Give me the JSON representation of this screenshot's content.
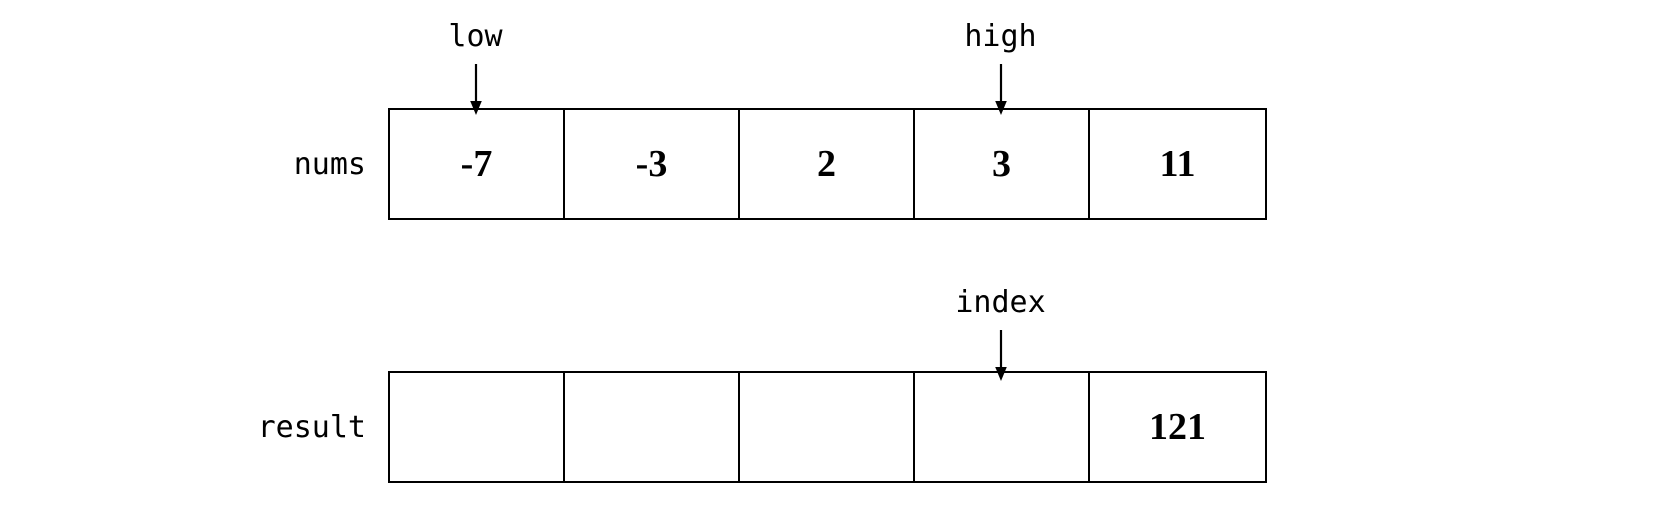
{
  "diagram": {
    "title": "binary search array state diagram",
    "stroke_color": "#000000",
    "background_color": "#ffffff",
    "rows": [
      {
        "name": "nums",
        "label": "nums",
        "cells": [
          "-7",
          "-3",
          "2",
          "3",
          "11"
        ],
        "pointers": [
          {
            "name": "low",
            "label": "low",
            "cell_index": 0
          },
          {
            "name": "high",
            "label": "high",
            "cell_index": 3
          }
        ]
      },
      {
        "name": "result",
        "label": "result",
        "cells": [
          "",
          "",
          "",
          "",
          "121"
        ],
        "pointers": [
          {
            "name": "index",
            "label": "index",
            "cell_index": 3
          }
        ]
      }
    ]
  }
}
